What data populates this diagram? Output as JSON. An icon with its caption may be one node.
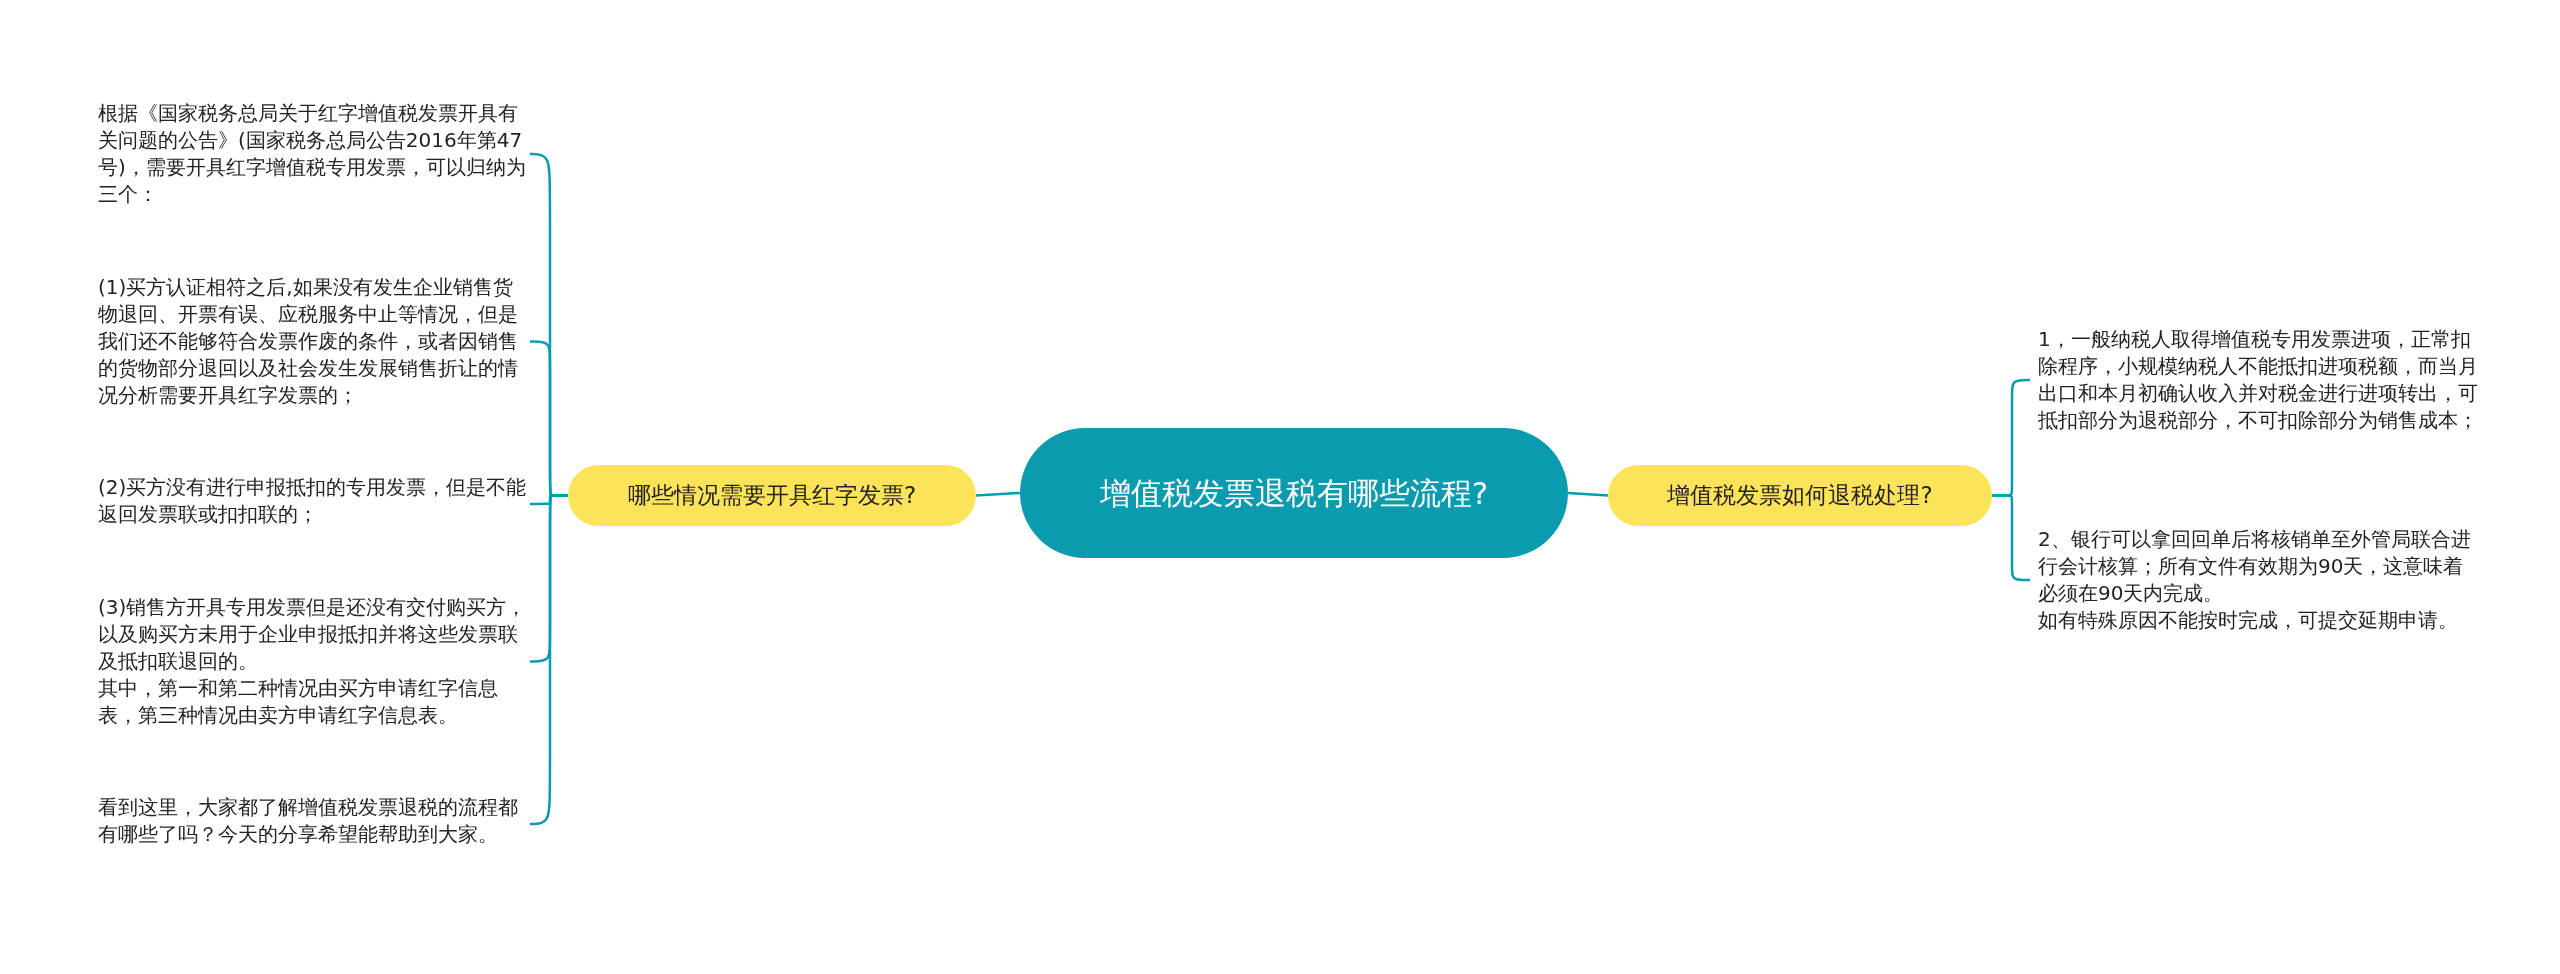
{
  "diagram": {
    "nodes": [
      {
        "text": [
          "增值税发票退税有哪些流程?"
        ]
      },
      {
        "text": [
          "哪些情况需要开具红字发票?"
        ]
      },
      {
        "text": [
          "增值税发票如何退税处理?"
        ]
      },
      {
        "text": [
          "根据《国家税务总局关于红字增值税发票开具有关问题的公告》(国家税务总局公告2016年第47号)，需要开具红字增值税专用发票，可以归纳为三个："
        ]
      },
      {
        "text": [
          "(1)买方认证相符之后,如果没有发生企业销售货物退回、开票有误、应税服务中止等情况，但是我们还不能够符合发票作废的条件，或者因销售的货物部分退回以及社会发生发展销售折让的情况分析需要开具红字发票的；"
        ]
      },
      {
        "text": [
          "(2)买方没有进行申报抵扣的专用发票，但是不能返回发票联或扣扣联的；"
        ]
      },
      {
        "text": [
          "(3)销售方开具专用发票但是还没有交付购买方，以及购买方未用于企业申报抵扣并将这些发票联及抵扣联退回的。",
          "其中，第一和第二种情况由买方申请红字信息表，第三种情况由卖方申请红字信息表。"
        ]
      },
      {
        "text": [
          "看到这里，大家都了解增值税发票退税的流程都有哪些了吗？今天的分享希望能帮助到大家。"
        ]
      },
      {
        "text": [
          "1，一般纳税人取得增值税专用发票进项，正常扣除程序，小规模纳税人不能抵扣进项税额，而当月出口和本月初确认收入并对税金进行进项转出，可抵扣部分为退税部分，不可扣除部分为销售成本；"
        ]
      },
      {
        "text": [
          "2、银行可以拿回回单后将核销单至外管局联合进行会计核算；所有文件有效期为90天，这意味着必须在90天内完成。",
          "如有特殊原因不能按时完成，可提交延期申请。"
        ]
      }
    ],
    "edges": [
      {
        "from": 0,
        "to": 1,
        "arrow": "none"
      },
      {
        "from": 0,
        "to": 2,
        "arrow": "none"
      },
      {
        "from": 1,
        "to": 3,
        "arrow": "none"
      },
      {
        "from": 1,
        "to": 4,
        "arrow": "none"
      },
      {
        "from": 1,
        "to": 5,
        "arrow": "none"
      },
      {
        "from": 1,
        "to": 6,
        "arrow": "none"
      },
      {
        "from": 1,
        "to": 7,
        "arrow": "none"
      },
      {
        "from": 2,
        "to": 8,
        "arrow": "none"
      },
      {
        "from": 2,
        "to": 9,
        "arrow": "none"
      }
    ]
  }
}
